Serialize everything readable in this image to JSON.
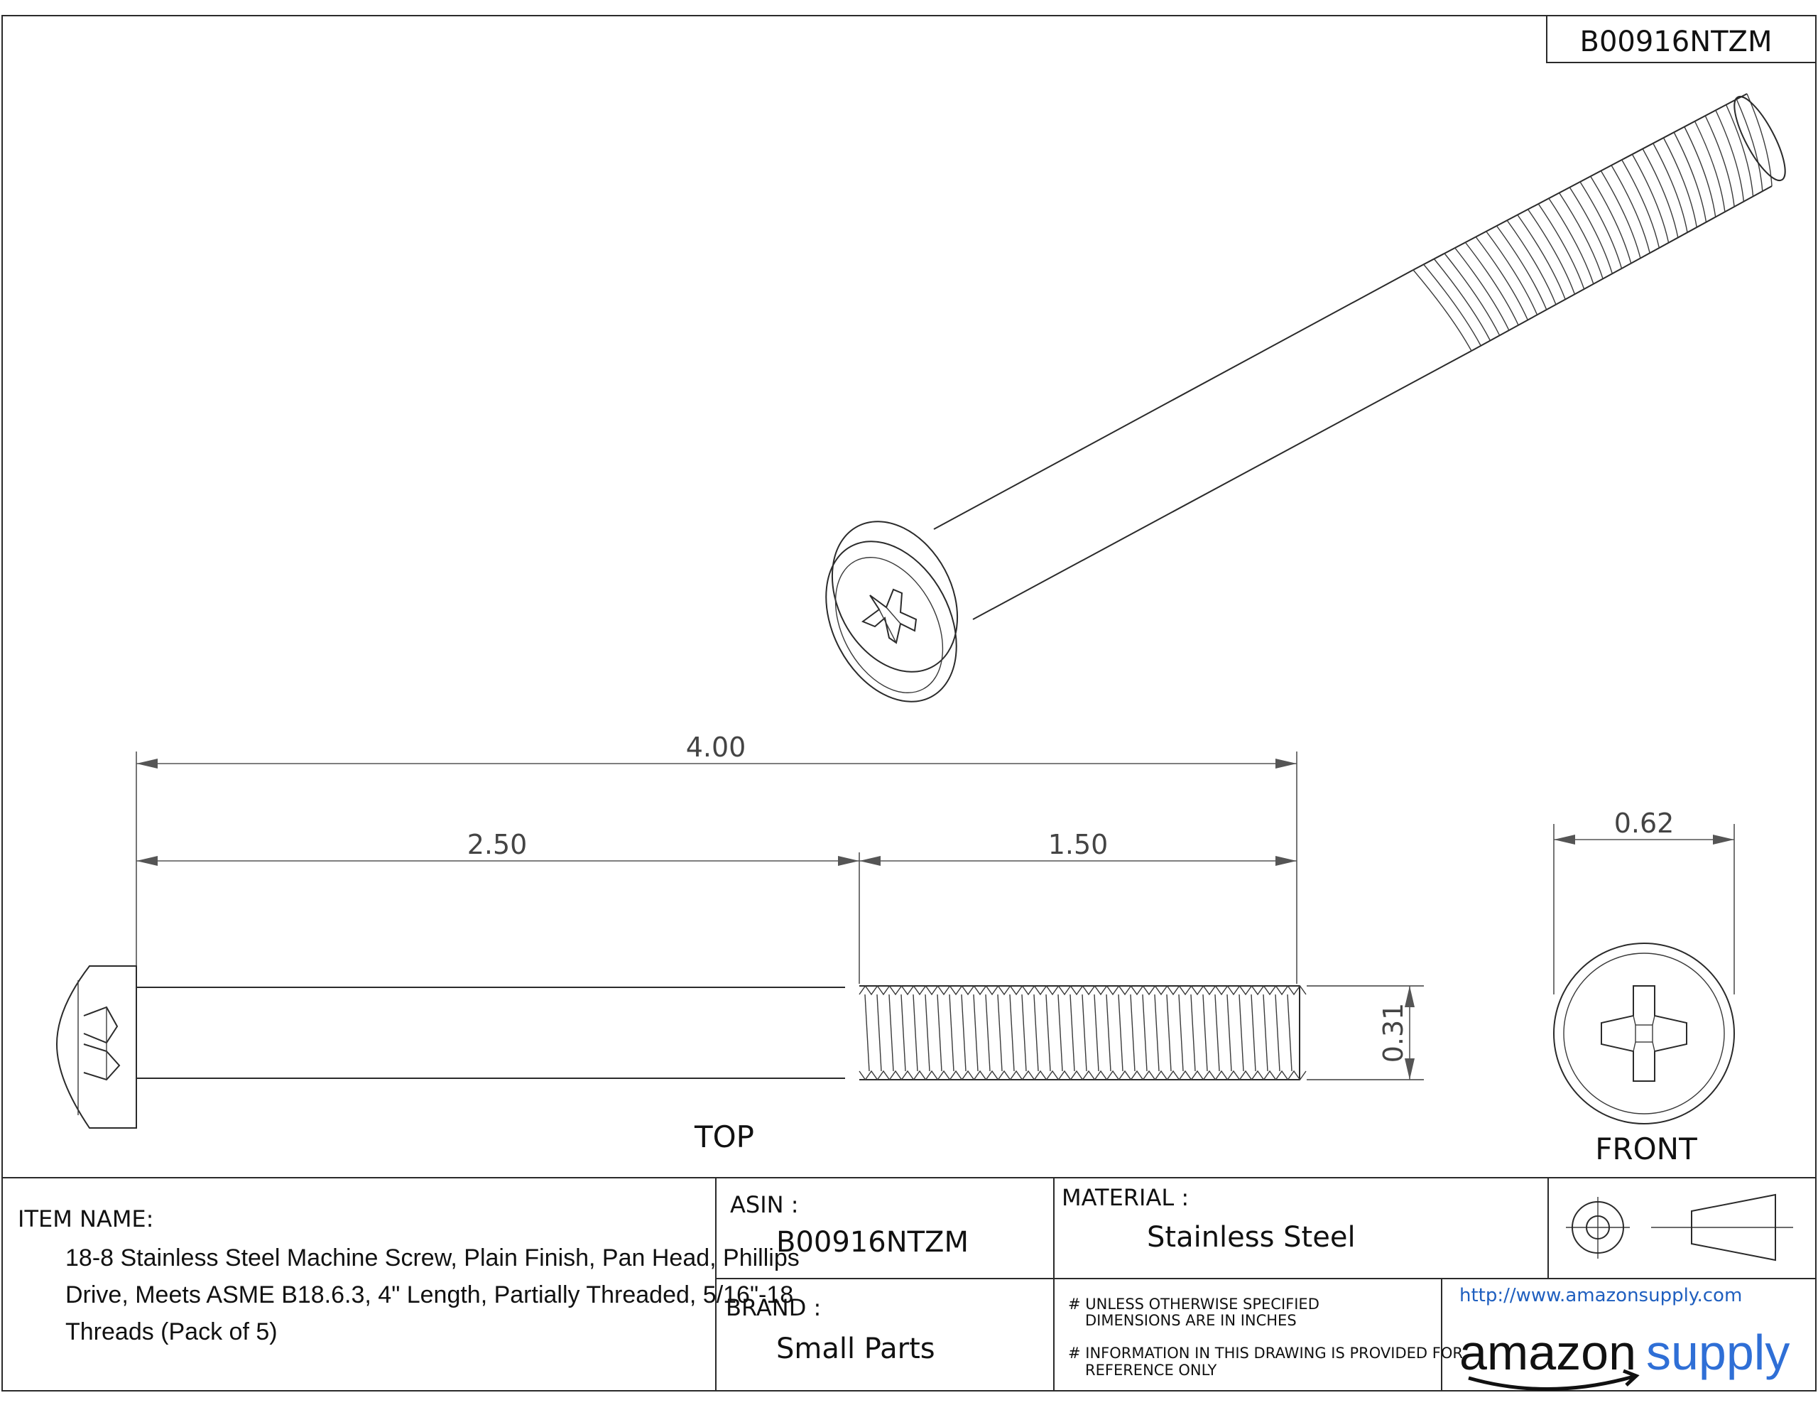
{
  "drawing": {
    "asin_top": "B00916NTZM",
    "dimensions": {
      "overall_length": "4.00",
      "unthreaded_length": "2.50",
      "threaded_length": "1.50",
      "head_diameter": "0.62",
      "thread_diameter": "0.31"
    },
    "views": {
      "top": "TOP",
      "front": "FRONT"
    }
  },
  "title_block": {
    "item_name_label": "ITEM NAME:",
    "item_name_lines": [
      "18-8 Stainless Steel Machine Screw, Plain Finish, Pan Head, Phillips",
      "Drive, Meets ASME B18.6.3, 4\" Length, Partially Threaded, 5/16\"-18",
      "Threads (Pack of 5)"
    ],
    "asin_label": "ASIN :",
    "asin_value": "B00916NTZM",
    "brand_label": "BRAND :",
    "brand_value": "Small Parts",
    "material_label": "MATERIAL :",
    "material_value": "Stainless Steel",
    "notes": [
      "# UNLESS OTHERWISE SPECIFIED",
      "DIMENSIONS ARE IN INCHES",
      "# INFORMATION IN THIS DRAWING IS PROVIDED FOR",
      "REFERENCE ONLY"
    ],
    "url": "http://www.amazonsupply.com",
    "logo_word_1": "amazon",
    "logo_word_2": "supply"
  }
}
